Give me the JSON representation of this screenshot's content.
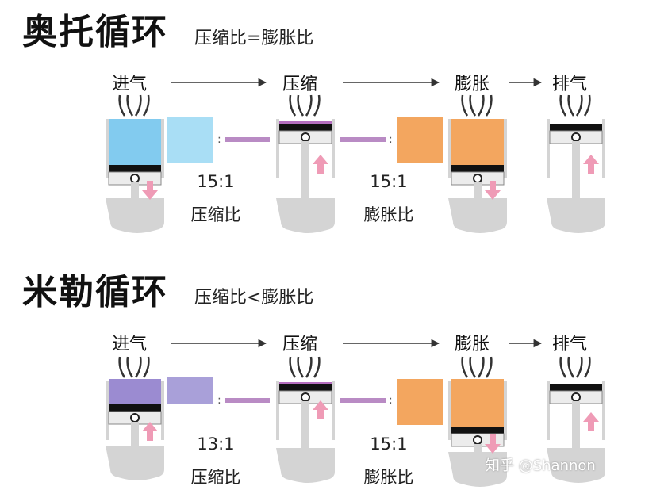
{
  "otto": {
    "title": "奥托循环",
    "subtitle": "压缩比=膨胀比",
    "stages": [
      "进气",
      "压缩",
      "膨胀",
      "排气"
    ],
    "compression": {
      "value": "15:1",
      "label": "压缩比"
    },
    "expansion": {
      "value": "15:1",
      "label": "膨胀比"
    },
    "intake_color": "#82cbef",
    "intake_box_color": "#a9def5"
  },
  "miller": {
    "title": "米勒循环",
    "subtitle": "压缩比<膨胀比",
    "stages": [
      "进气",
      "压缩",
      "膨胀",
      "排气"
    ],
    "compression": {
      "value": "13:1",
      "label": "压缩比"
    },
    "expansion": {
      "value": "15:1",
      "label": "膨胀比"
    },
    "intake_color": "#9b8bd1",
    "intake_box_color": "#a9a0d9"
  },
  "colors": {
    "expansion": "#f3a65f",
    "arrow": "#ef9bb6",
    "connector": "#b98bc4",
    "engine_body": "#d4d4d4",
    "engine_dark": "#111111"
  },
  "watermark": "知乎 @Shannon"
}
